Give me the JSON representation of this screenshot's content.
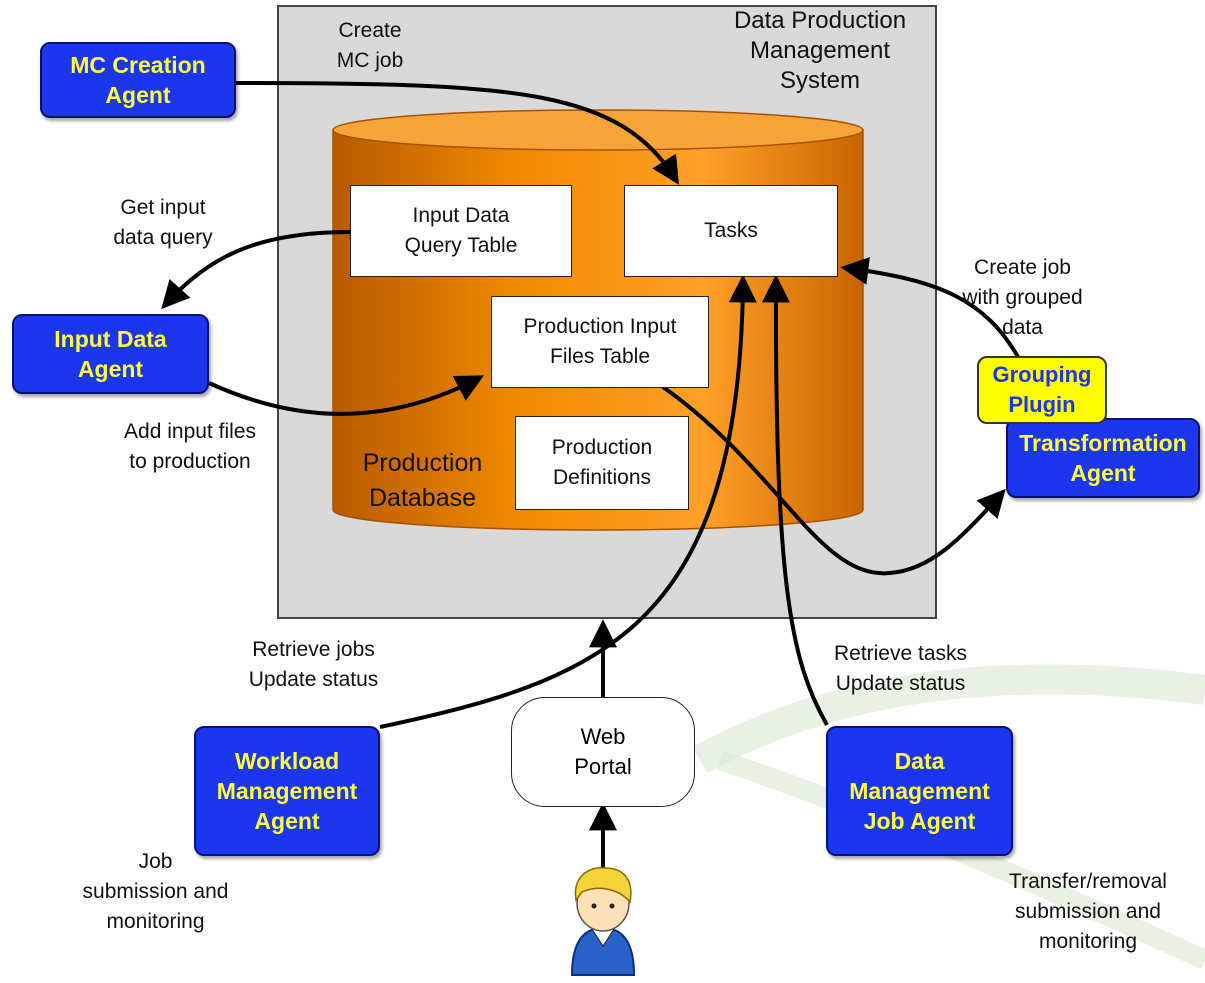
{
  "system": {
    "title": "Data Production\nManagement\nSystem"
  },
  "database": {
    "label": "Production\nDatabase"
  },
  "tables": {
    "input_query": "Input Data\nQuery Table",
    "tasks": "Tasks",
    "prod_input_files": "Production Input\nFiles Table",
    "prod_definitions": "Production\nDefinitions"
  },
  "agents": {
    "mc_creation": "MC Creation\nAgent",
    "input_data": "Input Data\nAgent",
    "transformation": "Transformation\nAgent",
    "workload": "Workload\nManagement\nAgent",
    "data_mgmt": "Data\nManagement\nJob Agent"
  },
  "plugin": {
    "grouping": "Grouping\nPlugin"
  },
  "portal": {
    "label": "Web\nPortal"
  },
  "arrows": {
    "create_mc_job": "Create\nMC job",
    "get_input_query": "Get input\ndata query",
    "add_input_files": "Add input files\nto production",
    "create_job_grouped": "Create job\nwith grouped\ndata",
    "retrieve_jobs": "Retrieve jobs\nUpdate status",
    "retrieve_tasks": "Retrieve tasks\nUpdate status",
    "job_submission": "Job\nsubmission and\nmonitoring",
    "transfer_removal": "Transfer/removal\nsubmission and\nmonitoring"
  },
  "colors": {
    "agent_fill": "#1c35ee",
    "agent_text": "#ffff3a",
    "db_orange": "#f08a00",
    "system_bg": "#d9d9d9",
    "plugin_fill": "#ffff00"
  },
  "icons": {
    "user": "user-icon"
  }
}
